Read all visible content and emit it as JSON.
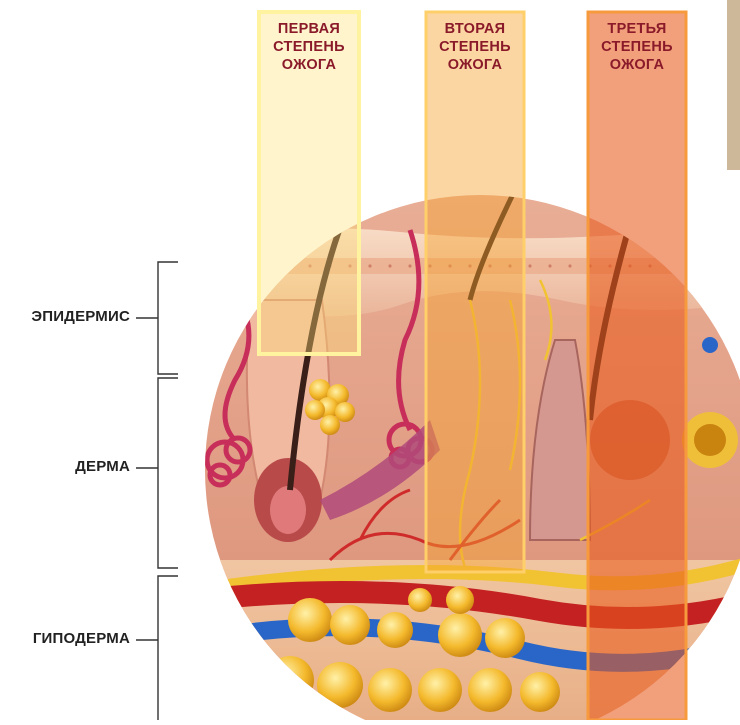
{
  "layers": [
    {
      "id": "epidermis",
      "label": "ЭПИДЕРМИС"
    },
    {
      "id": "dermis",
      "label": "ДЕРМА"
    },
    {
      "id": "hypodermis",
      "label": "ГИПОДЕРМА"
    }
  ],
  "burn_degrees": [
    {
      "id": "first",
      "lines": [
        "ПЕРВАЯ",
        "СТЕПЕНЬ",
        "ОЖОГА"
      ]
    },
    {
      "id": "second",
      "lines": [
        "ВТОРАЯ",
        "СТЕПЕНЬ",
        "ОЖОГА"
      ]
    },
    {
      "id": "third",
      "lines": [
        "ТРЕТЬЯ",
        "СТЕПЕНЬ",
        "ОЖОГА"
      ]
    }
  ],
  "colors": {
    "label_text": "#222222",
    "degree_title": "#8a1a2a",
    "first_degree_fill": "#ffe27a",
    "second_degree_fill": "#f6a531",
    "third_degree_fill": "#e85a1c",
    "epidermis": "#f3c9ad",
    "dermis": "#e7a88f",
    "fat": "#f3b52a",
    "artery": "#d42a2a",
    "vein": "#2a66c8",
    "hair": "#3a1f18"
  }
}
